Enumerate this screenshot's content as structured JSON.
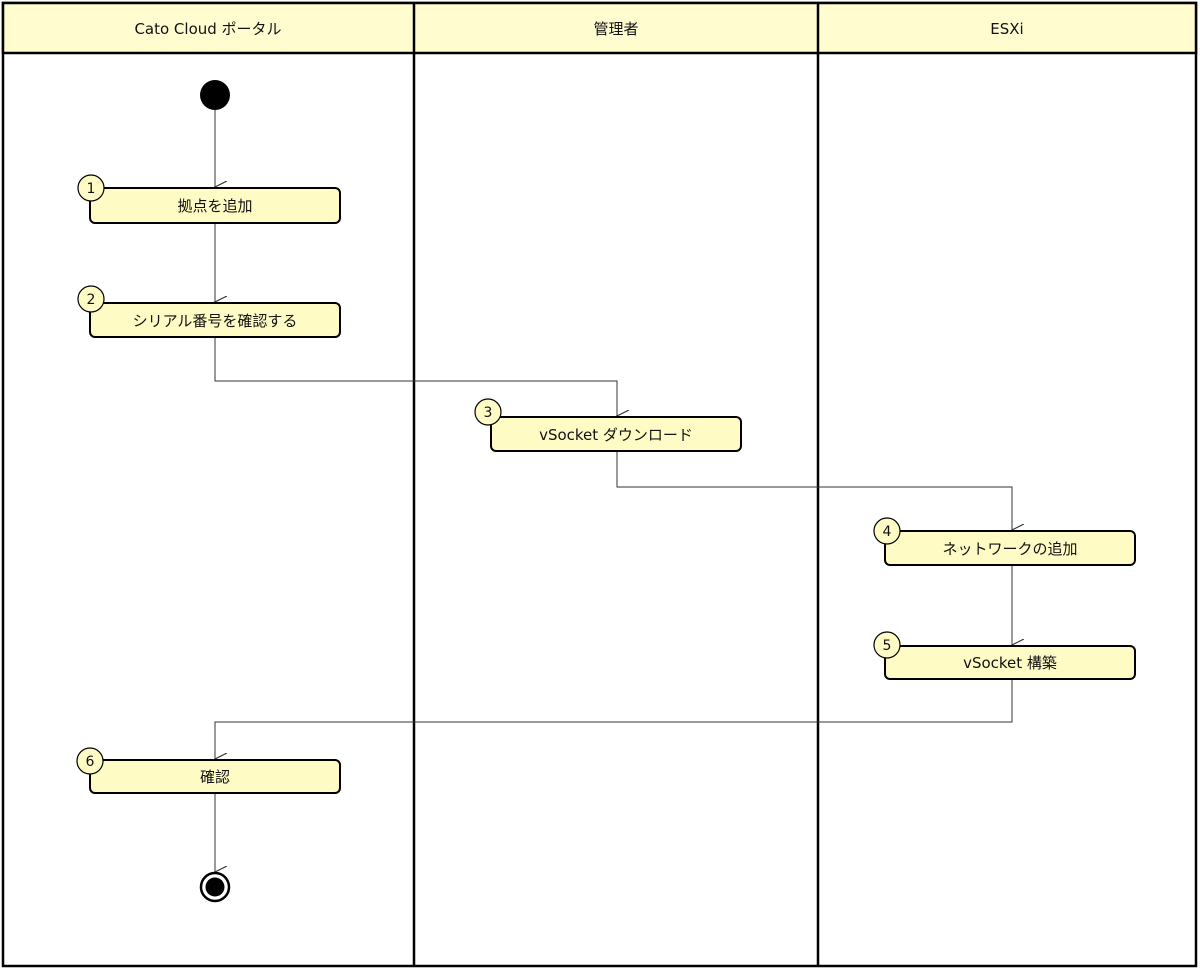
{
  "diagram": {
    "swimlanes": [
      {
        "title": "Cato Cloud ポータル"
      },
      {
        "title": "管理者"
      },
      {
        "title": "ESXi"
      }
    ],
    "actions": [
      {
        "number": "1",
        "label": "拠点を追加"
      },
      {
        "number": "2",
        "label": "シリアル番号を確認する"
      },
      {
        "number": "3",
        "label": "vSocket ダウンロード"
      },
      {
        "number": "4",
        "label": "ネットワークの追加"
      },
      {
        "number": "5",
        "label": "vSocket 構築"
      },
      {
        "number": "6",
        "label": "確認"
      }
    ]
  },
  "colors": {
    "lane_header_fill": "#fffdd0",
    "action_fill": "#fffbc4",
    "border": "#000000",
    "connector": "#333333"
  }
}
